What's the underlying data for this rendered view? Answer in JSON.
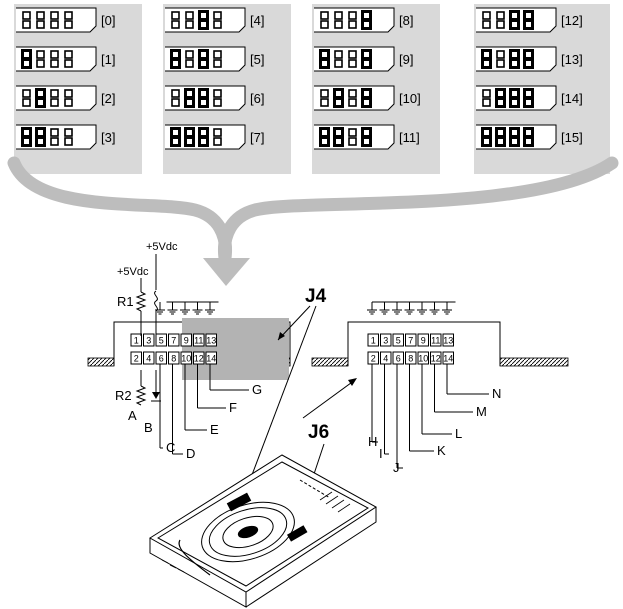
{
  "jumper_panels": [
    {
      "settings": [
        {
          "label": "[0]",
          "pattern": [
            0,
            0,
            0,
            0
          ]
        },
        {
          "label": "[1]",
          "pattern": [
            1,
            0,
            0,
            0
          ]
        },
        {
          "label": "[2]",
          "pattern": [
            0,
            1,
            0,
            0
          ]
        },
        {
          "label": "[3]",
          "pattern": [
            1,
            1,
            0,
            0
          ]
        }
      ]
    },
    {
      "settings": [
        {
          "label": "[4]",
          "pattern": [
            0,
            0,
            1,
            0
          ]
        },
        {
          "label": "[5]",
          "pattern": [
            1,
            0,
            1,
            0
          ]
        },
        {
          "label": "[6]",
          "pattern": [
            0,
            1,
            1,
            0
          ]
        },
        {
          "label": "[7]",
          "pattern": [
            1,
            1,
            1,
            0
          ]
        }
      ]
    },
    {
      "settings": [
        {
          "label": "[8]",
          "pattern": [
            0,
            0,
            0,
            1
          ]
        },
        {
          "label": "[9]",
          "pattern": [
            1,
            0,
            0,
            1
          ]
        },
        {
          "label": "[10]",
          "pattern": [
            0,
            1,
            0,
            1
          ]
        },
        {
          "label": "[11]",
          "pattern": [
            1,
            1,
            0,
            1
          ]
        }
      ]
    },
    {
      "settings": [
        {
          "label": "[12]",
          "pattern": [
            0,
            0,
            1,
            1
          ]
        },
        {
          "label": "[13]",
          "pattern": [
            1,
            0,
            1,
            1
          ]
        },
        {
          "label": "[14]",
          "pattern": [
            0,
            1,
            1,
            1
          ]
        },
        {
          "label": "[15]",
          "pattern": [
            1,
            1,
            1,
            1
          ]
        }
      ]
    }
  ],
  "power": {
    "v1": "+5Vdc",
    "v2": "+5Vdc"
  },
  "resistors": {
    "r1": "R1",
    "r2": "R2"
  },
  "j4": {
    "label": "J4",
    "pins_top": [
      "1",
      "3",
      "5",
      "7",
      "9",
      "11",
      "13"
    ],
    "pins_bottom": [
      "2",
      "4",
      "6",
      "8",
      "10",
      "12",
      "14"
    ],
    "leads": [
      "A",
      "B",
      "C",
      "D",
      "E",
      "F",
      "G"
    ]
  },
  "j6": {
    "label": "J6",
    "pins_top": [
      "1",
      "3",
      "5",
      "7",
      "9",
      "11",
      "13"
    ],
    "pins_bottom": [
      "2",
      "4",
      "6",
      "8",
      "10",
      "12",
      "14"
    ],
    "leads": [
      "H",
      "I",
      "J",
      "K",
      "L",
      "M",
      "N"
    ]
  },
  "colors": {
    "panel": "#d9d9d9",
    "arrow": "#bdbdbd",
    "highlight": "#b3b3b3",
    "ink": "#000000"
  }
}
